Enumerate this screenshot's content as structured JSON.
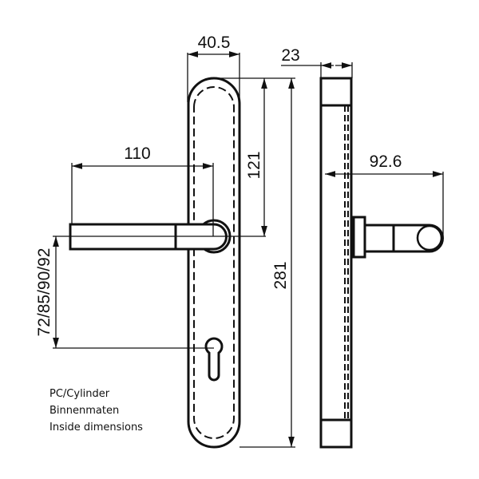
{
  "dimensions": {
    "plate_width": "40.5",
    "plate_depth": "23",
    "lever_length": "110",
    "top_to_spindle": "121",
    "plate_height": "281",
    "handle_projection": "92.6",
    "center_distance": "72/85/90/92"
  },
  "notes": [
    "PC/Cylinder",
    "Binnenmaten",
    "Inside dimensions"
  ],
  "colors": {
    "line": "#111111",
    "background": "#ffffff"
  }
}
